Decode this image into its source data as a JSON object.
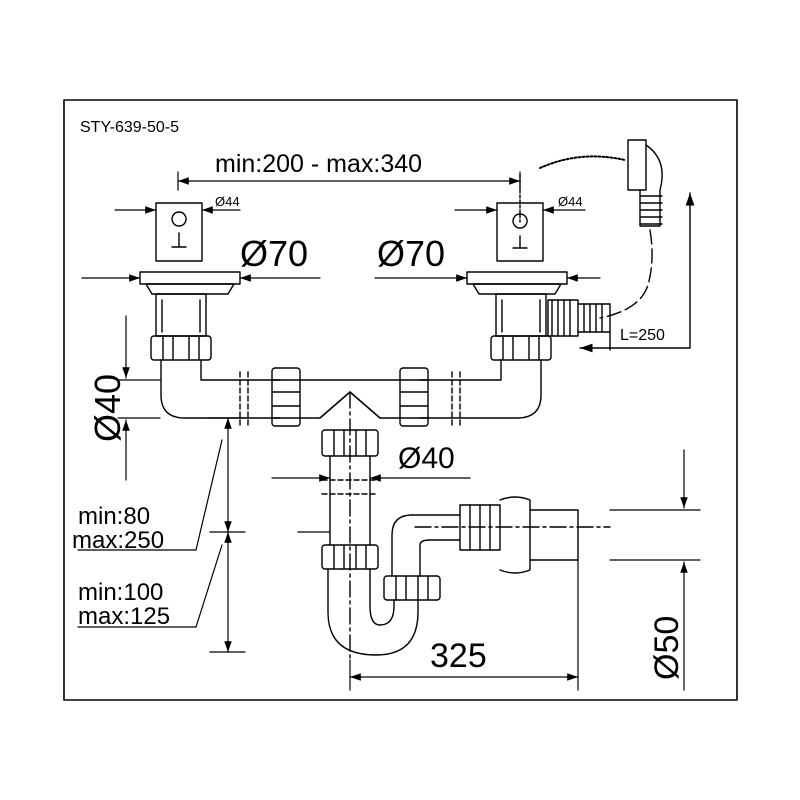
{
  "code": "STY-639-50-5",
  "dims": {
    "span": "min:200 - max:340",
    "sink_hole_left": "Ø44",
    "sink_hole_right": "Ø44",
    "flange_left": "Ø70",
    "flange_right": "Ø70",
    "overflow_length": "L=250",
    "pipe_left": "Ø40",
    "tee_outlet": "Ø40",
    "height_1_min": "min:80",
    "height_1_max": "max:250",
    "height_2_min": "min:100",
    "height_2_max": "max:125",
    "trap_reach": "325",
    "outlet": "Ø50"
  }
}
